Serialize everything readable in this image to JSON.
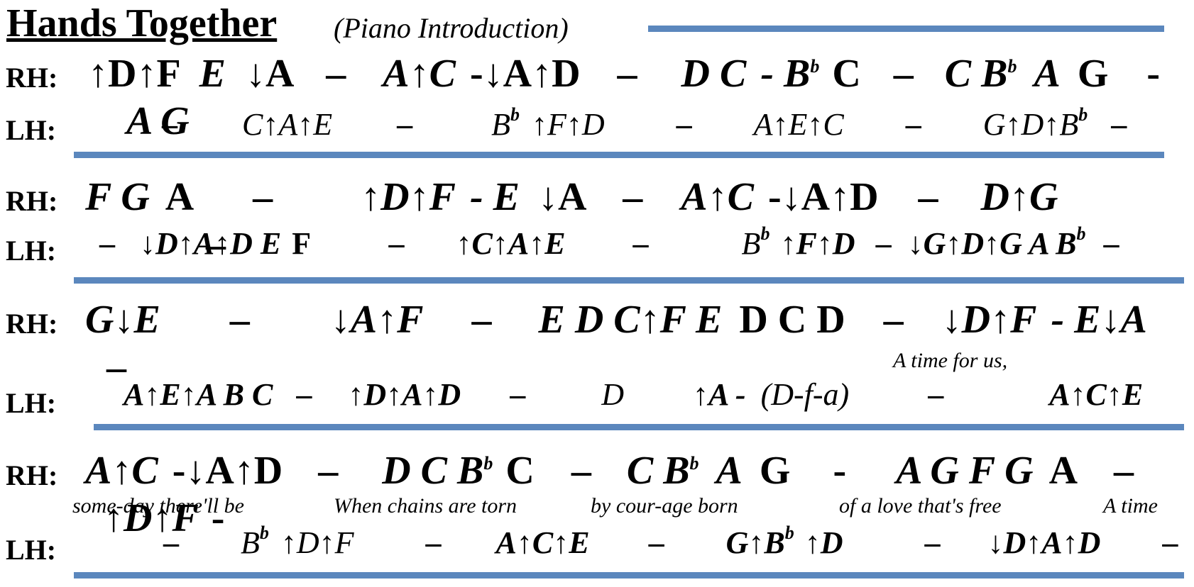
{
  "title": "Hands Together",
  "subtitle": "(Piano Introduction)",
  "colors": {
    "rule": "#5b87bd",
    "text": "#000000"
  },
  "labels": {
    "rh": "RH:",
    "lh": "LH:"
  },
  "systems": [
    {
      "rh": [
        "↑D↑F",
        "E",
        "↓A",
        "–",
        "A↑C",
        "-↓A↑D",
        "–",
        "D C",
        "- B",
        "b",
        "C",
        "–",
        "C B",
        "b",
        "A",
        "G",
        "-",
        "A G"
      ],
      "lh": [
        "–",
        "C↑A↑E",
        "–",
        "B",
        "b",
        "↑F↑D",
        "–",
        "A↑E↑C",
        "–",
        "G↑D↑B",
        "b",
        "–"
      ]
    },
    {
      "rh": [
        "F G",
        "A",
        "–",
        "↑D↑F",
        "- E",
        "↓A",
        "–",
        "A↑C",
        "-↓A↑D",
        "–",
        "D↑G",
        "–"
      ],
      "lh": [
        "–",
        "↓D↑A↑D E",
        "F",
        "–",
        "↑C↑A↑E",
        "–",
        "B",
        "b",
        "↑F↑D",
        "–",
        "↓G↑D↑G A B",
        "b",
        "–"
      ]
    },
    {
      "rh": [
        "G↓E",
        "–",
        "↓A↑F",
        "–",
        "E D C↑F E",
        "D C D",
        "–",
        "↓D↑F",
        "- E↓A",
        "–"
      ],
      "lyrics": [
        "A  time    for  us,"
      ],
      "lh": [
        "A↑E↑A B C",
        "–",
        "↑D↑A↑D",
        "–",
        "D",
        "↑A -",
        "(D-f-a)",
        "–",
        "A↑C↑E"
      ]
    },
    {
      "rh": [
        "A↑C",
        "-↓A↑D",
        "–",
        "D C B",
        "b",
        "C",
        "–",
        "C B",
        "b",
        "A",
        "G",
        "-",
        "A G F G",
        "A",
        "–",
        "↑D↑F",
        "-"
      ],
      "lyrics": [
        "some-day  there'll be",
        "When chains are torn",
        "by  cour-age  born",
        "of   a love that's free",
        "A    time"
      ],
      "lh": [
        "–",
        "B",
        "b",
        "↑D↑F",
        "–",
        "A↑C↑E",
        "–",
        "G↑B",
        "b",
        "↑D",
        "–",
        "↓D↑A↑D",
        "–"
      ]
    }
  ]
}
